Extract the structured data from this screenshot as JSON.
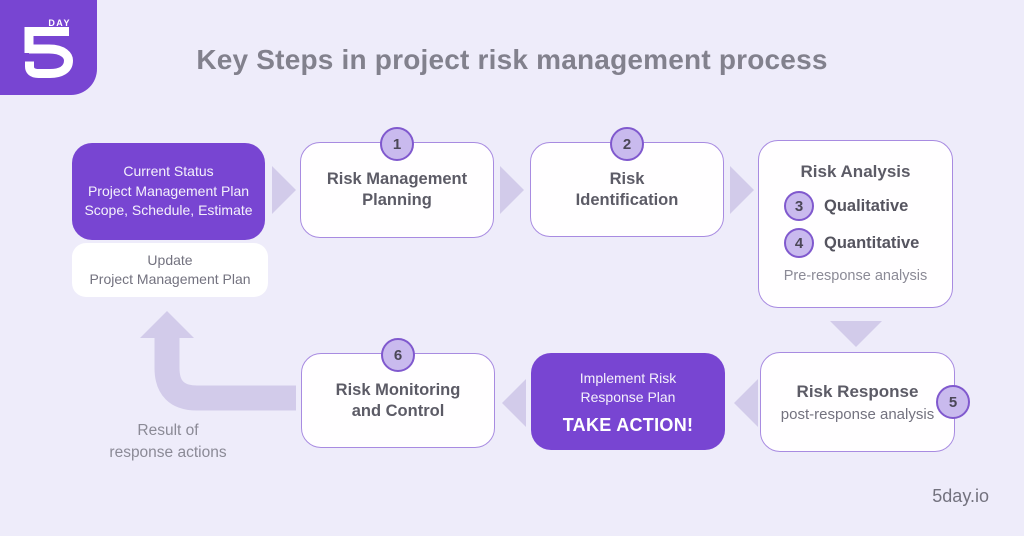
{
  "page": {
    "title": "Key Steps in project risk management process",
    "footer_brand": "5day.io",
    "logo_day": "DAY",
    "colors": {
      "background": "#EEECFA",
      "accent_purple": "#7845D2",
      "box_border": "#A88BE1",
      "circle_fill": "#C9BAEE",
      "circle_border": "#8059CE",
      "arrow": "#D2CBEA",
      "title_gray": "#82818D"
    }
  },
  "flow": {
    "status_box": {
      "lines": [
        "Current Status",
        "Project Management Plan",
        "Scope, Schedule, Estimate"
      ]
    },
    "update_box": {
      "lines": [
        "Update",
        "Project Management Plan"
      ]
    },
    "step1": {
      "number": "1",
      "lines": [
        "Risk Management",
        "Planning"
      ]
    },
    "step2": {
      "number": "2",
      "lines": [
        "Risk",
        "Identification"
      ]
    },
    "analysis": {
      "title": "Risk Analysis",
      "items": [
        {
          "number": "3",
          "label": "Qualitative"
        },
        {
          "number": "4",
          "label": "Quantitative"
        }
      ],
      "note": "Pre-response analysis"
    },
    "response": {
      "number": "5",
      "title": "Risk Response",
      "note": "post-response analysis"
    },
    "action": {
      "lines": [
        "Implement Risk",
        "Response Plan"
      ],
      "cta": "TAKE ACTION!"
    },
    "step6": {
      "number": "6",
      "lines": [
        "Risk Monitoring",
        "and Control"
      ]
    },
    "result_label": {
      "lines": [
        "Result of",
        "response actions"
      ]
    }
  }
}
